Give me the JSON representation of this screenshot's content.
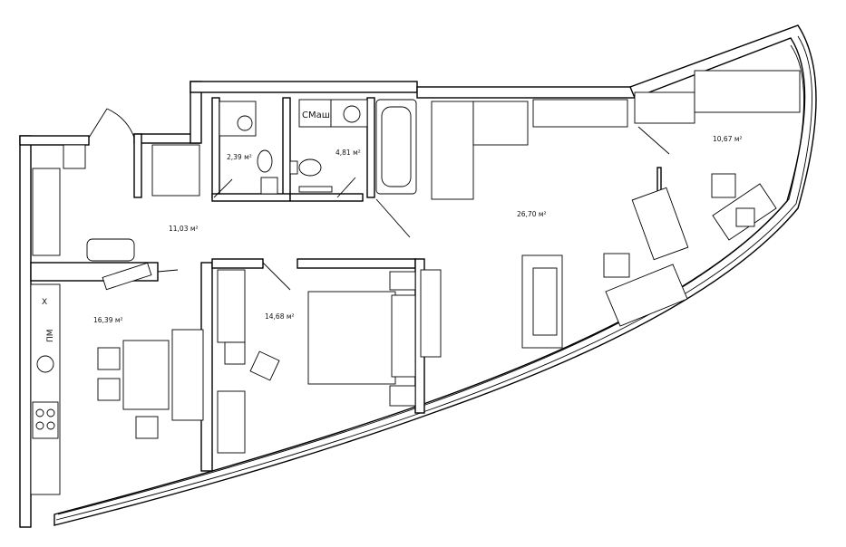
{
  "rooms": [
    {
      "id": "bath-small",
      "area": "2,39 м²"
    },
    {
      "id": "bath-large",
      "area": "4,81 м²"
    },
    {
      "id": "hall",
      "area": "11,03 м²"
    },
    {
      "id": "kitchen",
      "area": "16,39 м²"
    },
    {
      "id": "bedroom",
      "area": "14,68 м²"
    },
    {
      "id": "living",
      "area": "26,70 м²"
    },
    {
      "id": "study",
      "area": "10,67 м²"
    }
  ],
  "appliances": {
    "washer": "СМаш",
    "dishwasher": "ПМ",
    "other": "Х"
  }
}
